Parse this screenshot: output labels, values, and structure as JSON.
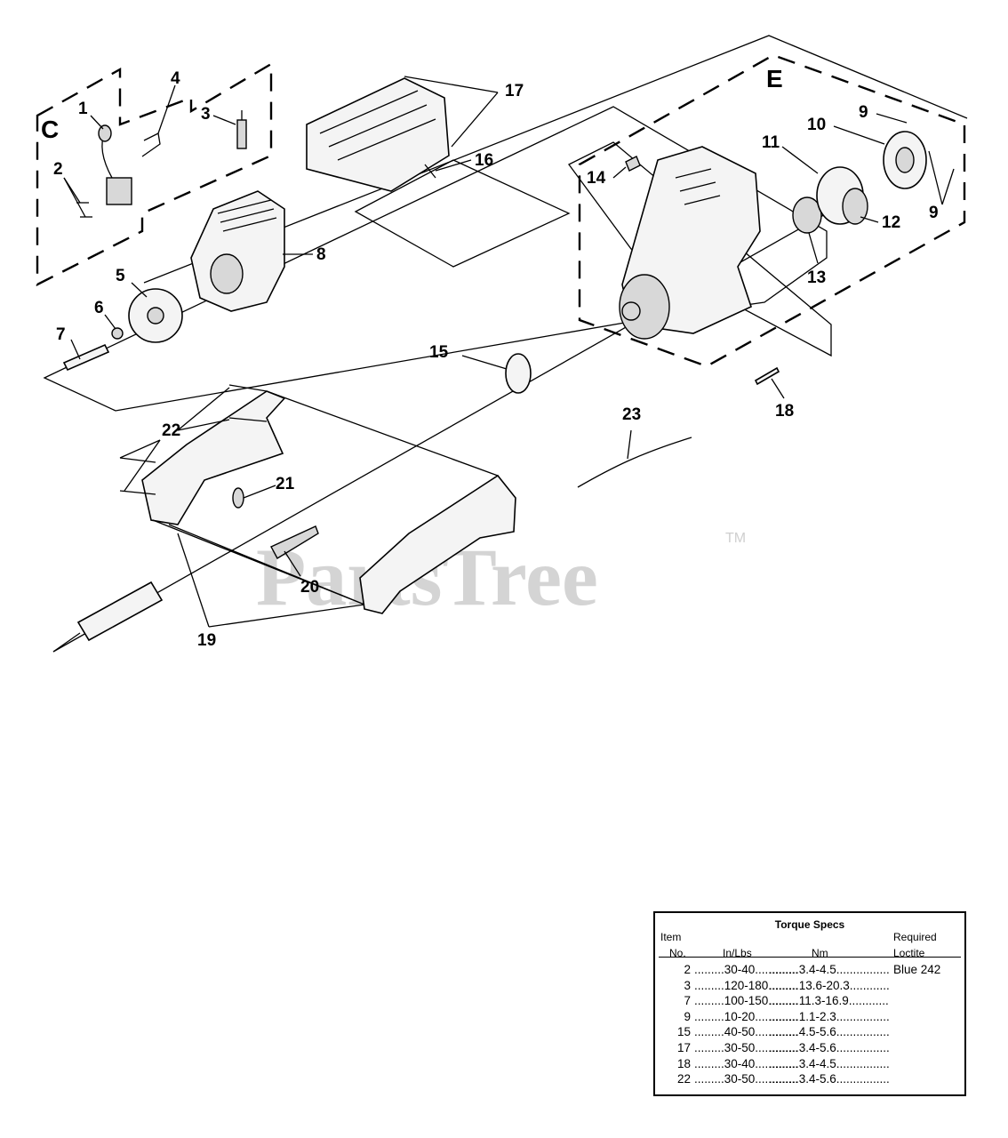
{
  "sections": [
    "C",
    "E"
  ],
  "callouts": [
    "1",
    "2",
    "3",
    "4",
    "5",
    "6",
    "7",
    "8",
    "9",
    "9",
    "10",
    "11",
    "12",
    "13",
    "14",
    "15",
    "16",
    "17",
    "18",
    "19",
    "20",
    "21",
    "22",
    "23"
  ],
  "watermark": {
    "text": "PartsTree",
    "mark": "TM"
  },
  "torque_specs": {
    "title": "Torque Specs",
    "headers": {
      "item_line1": "Item",
      "item_line2": "No.",
      "inlbs": "In/Lbs",
      "nm": "Nm",
      "loctite_line1": "Required",
      "loctite_line2": "Loctite"
    },
    "rows": [
      {
        "item": "2",
        "inlbs": "30-40",
        "nm": "3.4-4.5",
        "loctite": "Blue 242"
      },
      {
        "item": "3",
        "inlbs": "120-180",
        "nm": "13.6-20.3",
        "loctite": ""
      },
      {
        "item": "7",
        "inlbs": "100-150",
        "nm": "11.3-16.9",
        "loctite": ""
      },
      {
        "item": "9",
        "inlbs": "10-20",
        "nm": "1.1-2.3",
        "loctite": ""
      },
      {
        "item": "15",
        "inlbs": "40-50",
        "nm": "4.5-5.6",
        "loctite": ""
      },
      {
        "item": "17",
        "inlbs": "30-50",
        "nm": "3.4-5.6",
        "loctite": ""
      },
      {
        "item": "18",
        "inlbs": "30-40",
        "nm": "3.4-4.5",
        "loctite": ""
      },
      {
        "item": "22",
        "inlbs": "30-50",
        "nm": "3.4-5.6",
        "loctite": ""
      }
    ]
  }
}
